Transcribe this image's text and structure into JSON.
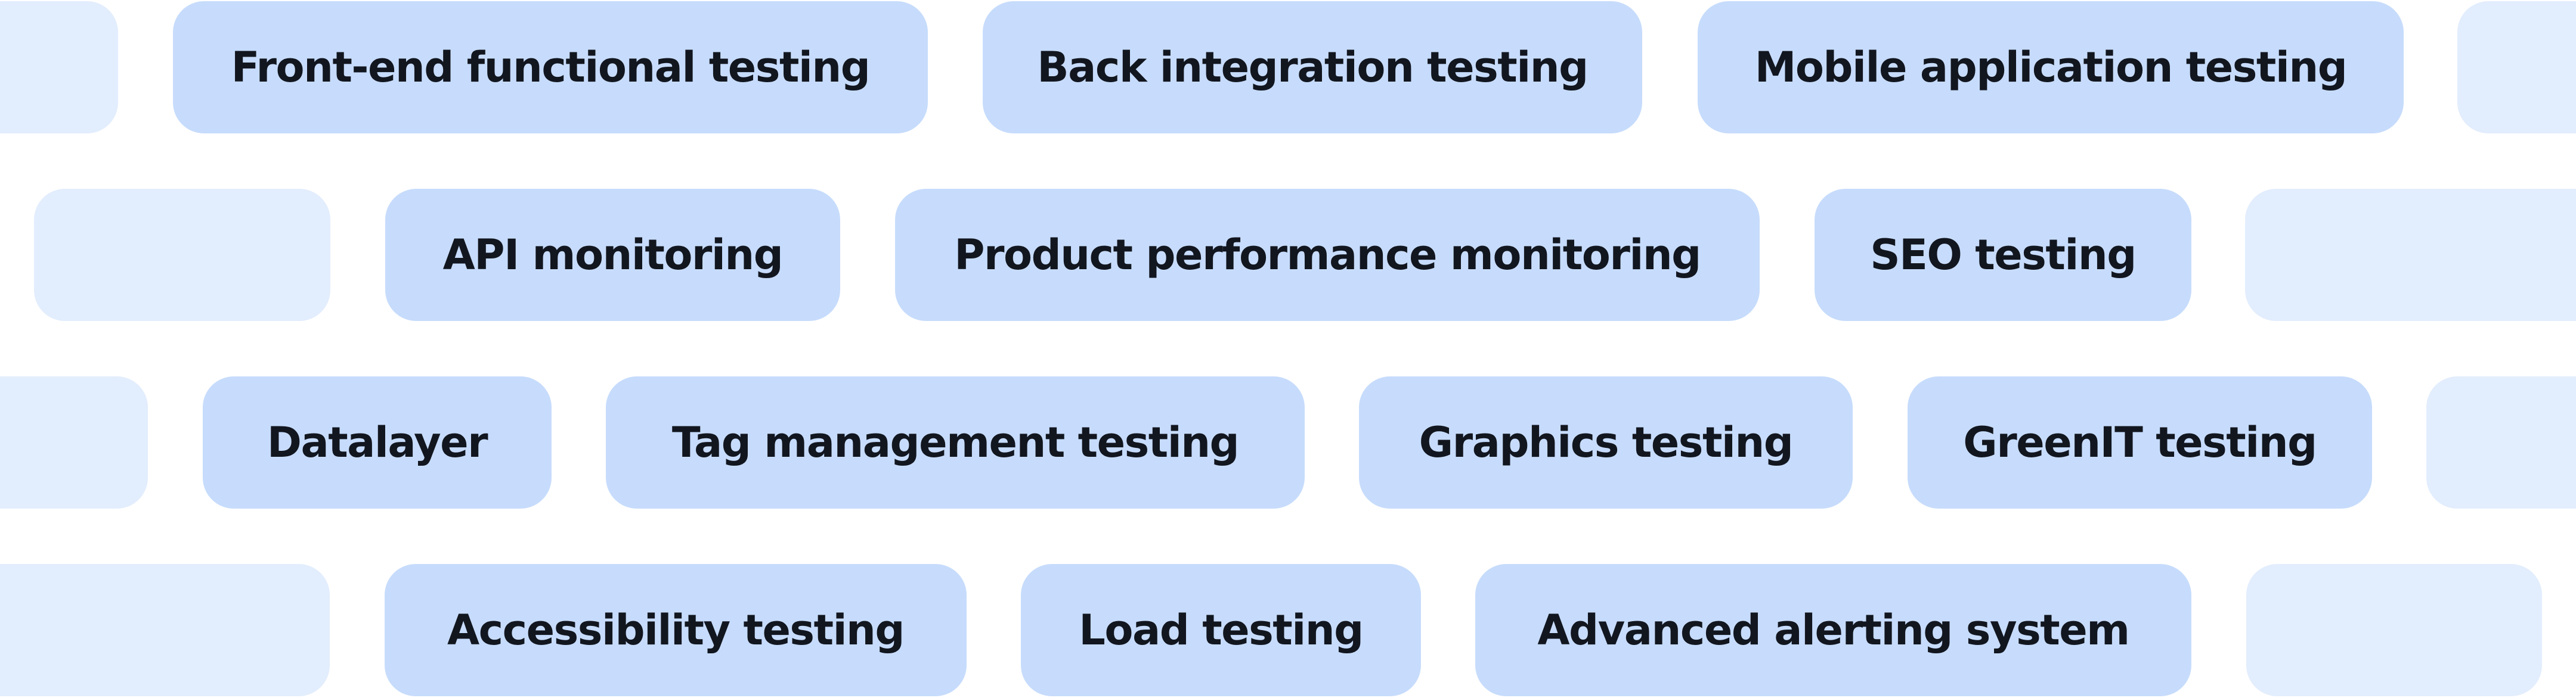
{
  "rows": [
    {
      "tags": [
        {
          "label": "Front-end functional testing"
        },
        {
          "label": "Back integration testing"
        },
        {
          "label": "Mobile application testing"
        }
      ]
    },
    {
      "tags": [
        {
          "label": "API monitoring"
        },
        {
          "label": "Product performance monitoring"
        },
        {
          "label": "SEO testing"
        }
      ]
    },
    {
      "tags": [
        {
          "label": "Datalayer"
        },
        {
          "label": "Tag management testing"
        },
        {
          "label": "Graphics testing"
        },
        {
          "label": "GreenIT testing"
        }
      ]
    },
    {
      "tags": [
        {
          "label": "Accessibility testing"
        },
        {
          "label": "Load testing"
        },
        {
          "label": "Advanced alerting system"
        }
      ]
    }
  ],
  "colors": {
    "background": "#ffffff",
    "tag_active": "#c7dcfc",
    "tag_ghost": "#e2edfd",
    "text": "#12161f"
  }
}
